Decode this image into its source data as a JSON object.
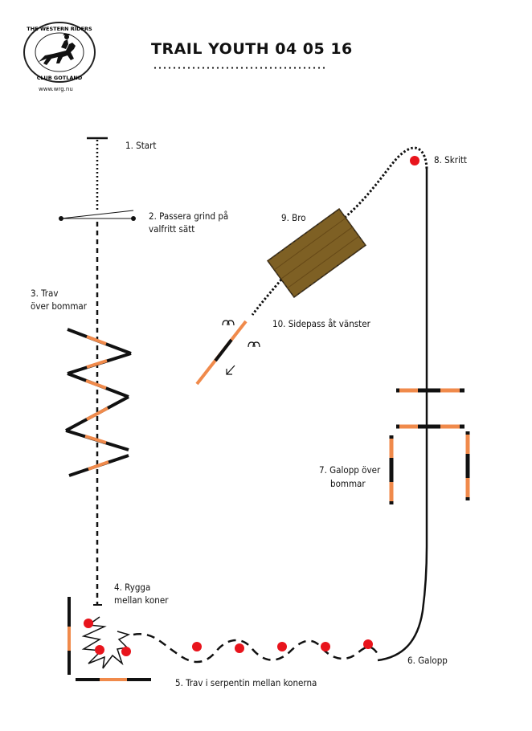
{
  "title": "TRAIL YOUTH 04 05 16",
  "logo": {
    "top_text": "THE WESTERN RIDERS",
    "bottom_text": "CLUB GOTLAND",
    "url": "www.wrg.nu"
  },
  "labels": {
    "start": "1. Start",
    "gate_1": "2. Passera grind på",
    "gate_2": "valfritt sätt",
    "trot_poles_1": "3. Trav",
    "trot_poles_2": "över bommar",
    "backup_1": "4. Rygga",
    "backup_2": "mellan koner",
    "serpentine": "5. Trav i serpentin mellan konerna",
    "lope": "6. Galopp",
    "lope_poles_1": "7. Galopp över",
    "lope_poles_2": "bommar",
    "walk": "8. Skritt",
    "bridge": "9. Bro",
    "sidepass": "10. Sidepass åt vänster"
  },
  "colors": {
    "pole_black": "#111111",
    "pole_orange": "#f08a4b",
    "cone_red": "#e8141c",
    "bridge_fill": "#8a6a2a",
    "line": "#111111"
  }
}
